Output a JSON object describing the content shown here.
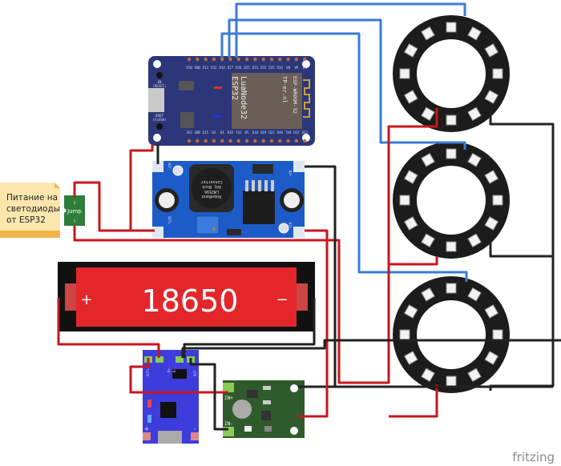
{
  "note": {
    "lines": [
      "Питание на",
      "светодиоды",
      "от ESP32"
    ]
  },
  "jumper": {
    "label": "Jump",
    "pin1": "1",
    "pin2": "2"
  },
  "esp32": {
    "module_line1": "LuaNode32",
    "module_line2": "ESP32",
    "module_line3": "ESP-WROOM-32",
    "module_line4": "TP-er.nl",
    "en_label": "EN",
    "en_sub": "(RESET)",
    "boot_label": "BOOT",
    "boot_sub": "(FLASH)",
    "top_pins": [
      "VIN",
      "GND",
      "D13",
      "D12",
      "D14",
      "D27",
      "D26",
      "D25",
      "D33",
      "D32",
      "D35",
      "D34",
      "VN",
      "VP",
      "EN"
    ],
    "bottom_pins": [
      "3V3",
      "GND",
      "D15",
      "D2",
      "D4",
      "RX2",
      "TX2",
      "D5",
      "D18",
      "D19",
      "D21",
      "RX0",
      "TX0",
      "D22",
      "D23"
    ]
  },
  "buck": {
    "out_minus": "OUT-",
    "out_plus": "OUT+",
    "in_plus_top": "+IN",
    "in_plus_bottom": "+IN",
    "inductor_lines": [
      "RoboRand",
      "LM2596",
      "Adj Buck",
      "Converter"
    ]
  },
  "battery": {
    "label": "18650",
    "plus": "+",
    "minus": "−"
  },
  "charger": {
    "out_plus": "OUT+",
    "b_plus": "B+",
    "b_minus": "B-",
    "out_minus": "OUT-",
    "plus": "+",
    "minus": "-"
  },
  "boost": {
    "in_plus": "IN+",
    "in_minus": "IN-"
  },
  "brand": {
    "name": "fritzing"
  },
  "colors": {
    "wire_red": "#c8161d",
    "wire_black": "#222222",
    "wire_blue": "#3a7bd5",
    "esp_board": "#2b3778",
    "buck_board": "#1d5cc8",
    "charger_board": "#3d3ddc",
    "boost_board": "#2f5b2c",
    "battery_cell": "#e3262a",
    "note_bg": "#fde6ac"
  }
}
